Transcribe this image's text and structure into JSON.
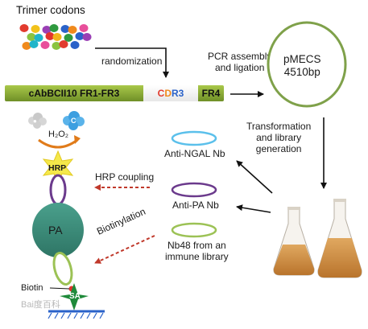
{
  "labels": {
    "trimer_codons": "Trimer codons",
    "randomization": "randomization",
    "pcr_assembly": [
      "PCR assembly",
      "and ligation"
    ],
    "plasmid": [
      "pMECS",
      "4510bp"
    ],
    "transformation": [
      "Transformation",
      "and library",
      "generation"
    ],
    "anti_ngal": "Anti-NGAL Nb",
    "anti_pa": "Anti-PA Nb",
    "nb48": [
      "Nb48 from an",
      "immune library"
    ],
    "hrp_coupling": "HRP coupling",
    "biotinylation": "Biotinylation",
    "h2o2": "H₂O₂",
    "hrp": "HRP",
    "pa": "PA",
    "biotin": "Biotin",
    "sa": "SA",
    "watermark": "Bai度百科"
  },
  "gene": {
    "fr1_fr3": "cAbBCII10 FR1-FR3",
    "cdr3_letters": [
      "C",
      "D",
      "R",
      "3"
    ],
    "fr4": "FR4"
  },
  "colors": {
    "framework_green": "#8aab34",
    "plasmid_ring": "#7fa14a",
    "anti_ngal": "#5bc0eb",
    "anti_pa": "#6b3a8c",
    "nb48": "#9cc255",
    "pa": "#3d8b7a",
    "hrp": "#f5e84a",
    "sa": "#1f8a3a",
    "dashed_arrow": "#c0392b",
    "cdr_c": "#e23b2e",
    "cdr_d": "#f08a1c",
    "cdr_r": "#2a62c9",
    "cdr_3": "#2a62c9"
  },
  "codon_dots": [
    "#e23b2e",
    "#f2c21b",
    "#9a3fb5",
    "#2f9a3f",
    "#2a62c9",
    "#f08a1c",
    "#e84f9b",
    "#8ac43f",
    "#1fb5c9",
    "#e2332e",
    "#f2b51b",
    "#2f9a3f",
    "#2a62c9",
    "#9a3fb5",
    "#f08a1c",
    "#1fb5c9",
    "#e84f9b",
    "#8ac43f",
    "#e23b2e",
    "#2a62c9"
  ]
}
